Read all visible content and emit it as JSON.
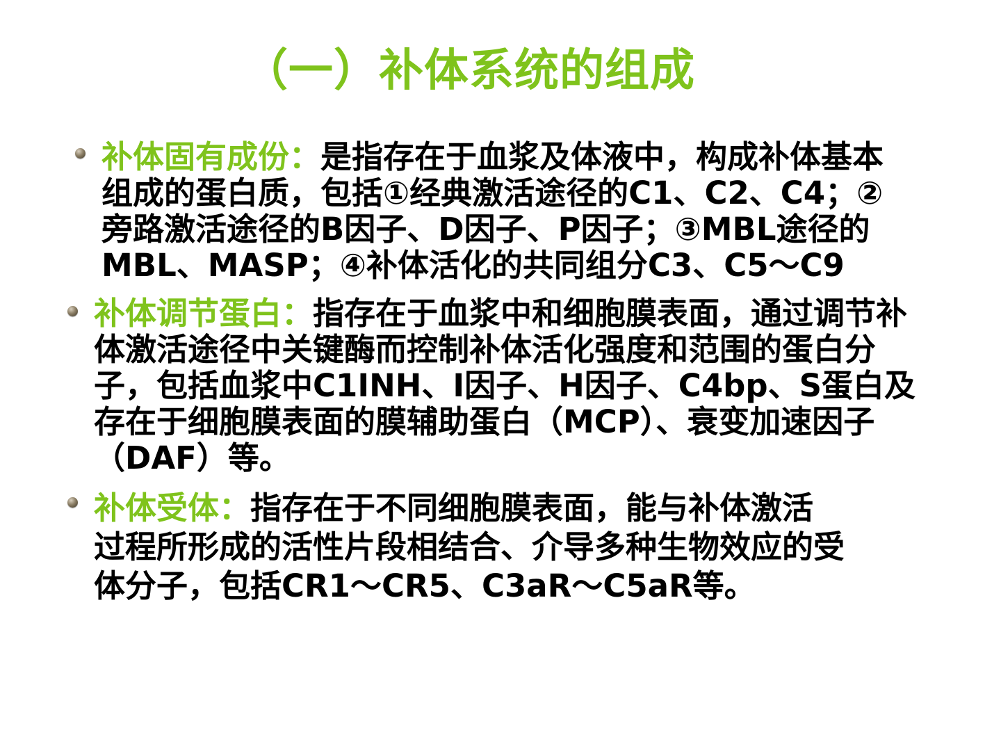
{
  "slide": {
    "title": "（一）补体系统的组成",
    "title_color": "#7fc31c",
    "term_color": "#7fc31c",
    "text_color": "#000000",
    "bullet_icon": "bullet-sphere-icon"
  },
  "bullets": [
    {
      "term": "补体固有成份：",
      "text": "是指存在于血浆及体液中，构成补体基本组成的蛋白质，包括①经典激活途径的C1、C2、C4；②旁路激活途径的B因子、D因子、P因子；③MBL途径的MBL、MASP；④补体活化的共同组分C3、C5～C9"
    },
    {
      "term": "补体调节蛋白：",
      "text": "指存在于血浆中和细胞膜表面，通过调节补体激活途径中关键酶而控制补体活化强度和范围的蛋白分子，包括血浆中C1INH、I因子、H因子、C4bp、S蛋白及存在于细胞膜表面的膜辅助蛋白（MCP）、衰变加速因子（DAF）等。"
    },
    {
      "term": "补体受体：",
      "text": "指存在于不同细胞膜表面，能与补体激活过程所形成的活性片段相结合、介导多种生物效应的受体分子，包括CR1～CR5、C3aR～C5aR等。"
    }
  ]
}
